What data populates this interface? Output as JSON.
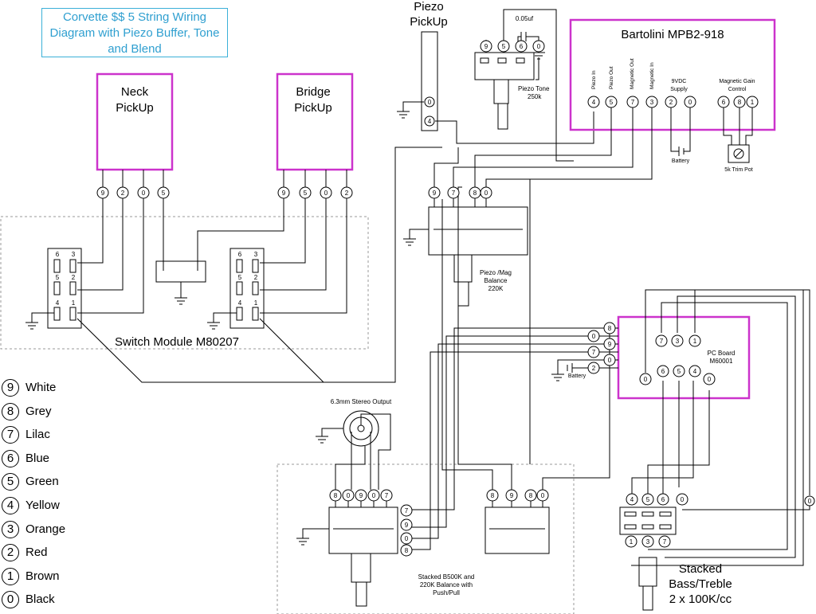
{
  "title": "Corvette $$ 5 String Wiring Diagram with Piezo Buffer, Tone and Blend",
  "labels": {
    "neck": [
      "Neck",
      "PickUp"
    ],
    "bridge": [
      "Bridge",
      "PickUp"
    ],
    "piezo": [
      "Piezo",
      "PickUp"
    ],
    "bartolini": "Bartolini MPB2-918",
    "cap": "0.05uf",
    "piezo_tone": [
      "Piezo Tone",
      "250k"
    ],
    "balance_pot": [
      "Piezo /Mag",
      "Balance",
      "220K"
    ],
    "switch_module": "Switch Module M80207",
    "stereo_output": "6.3mm Stereo Output",
    "pc_board": [
      "PC Board",
      "M60001"
    ],
    "battery": "Battery",
    "supply": [
      "9VDC",
      "Supply"
    ],
    "gain": [
      "Magnetic Gain",
      "Control"
    ],
    "trim_pot": "5k Trim Pot",
    "stacked_blend": [
      "Stacked B500K and",
      "220K Balance with",
      "Push/Pull"
    ],
    "stacked_tone": [
      "Stacked",
      "Bass/Treble",
      "2 x 100K/cc"
    ],
    "bart_pins": [
      "Piezo In",
      "Piezo Out",
      "Magnetic Out",
      "Magnetic In"
    ]
  },
  "terminals": {
    "neck": [
      "9",
      "2",
      "0",
      "5"
    ],
    "bridge": [
      "9",
      "5",
      "0",
      "2"
    ],
    "piezo_pickup": [
      "0",
      "4"
    ],
    "piezo_tone": [
      "9",
      "5",
      "6",
      "0"
    ],
    "bartolini": [
      "4",
      "5",
      "7",
      "3",
      "2",
      "0",
      "6",
      "8",
      "1"
    ],
    "balance": [
      "9",
      "7",
      "8",
      "0"
    ],
    "switch_pins": [
      "6",
      "3",
      "5",
      "2",
      "4",
      "1"
    ],
    "pc_top": [
      "7",
      "3",
      "1"
    ],
    "pc_bottom": [
      "0",
      "6",
      "5",
      "4",
      "0"
    ],
    "pc_left": [
      "8",
      "0",
      "9",
      "7",
      "0",
      "2"
    ],
    "blend_top": [
      "8",
      "0",
      "9",
      "0",
      "7"
    ],
    "blend_side": [
      "7",
      "9",
      "0",
      "8"
    ],
    "balance2_top": [
      "8",
      "9",
      "8",
      "0"
    ],
    "tone_top": [
      "4",
      "5",
      "6",
      "0"
    ],
    "tone_bottom": [
      "1",
      "3",
      "7"
    ],
    "extra": [
      "0"
    ]
  },
  "legend": [
    {
      "num": "9",
      "name": "White"
    },
    {
      "num": "8",
      "name": "Grey"
    },
    {
      "num": "7",
      "name": "Lilac"
    },
    {
      "num": "6",
      "name": "Blue"
    },
    {
      "num": "5",
      "name": "Green"
    },
    {
      "num": "4",
      "name": "Yellow"
    },
    {
      "num": "3",
      "name": "Orange"
    },
    {
      "num": "2",
      "name": "Red"
    },
    {
      "num": "1",
      "name": "Brown"
    },
    {
      "num": "0",
      "name": "Black"
    }
  ],
  "colors": {
    "pickup_border": "#cc33cc",
    "title": "#2f9fd0",
    "wire": "#000000",
    "dashed": "#999999"
  }
}
